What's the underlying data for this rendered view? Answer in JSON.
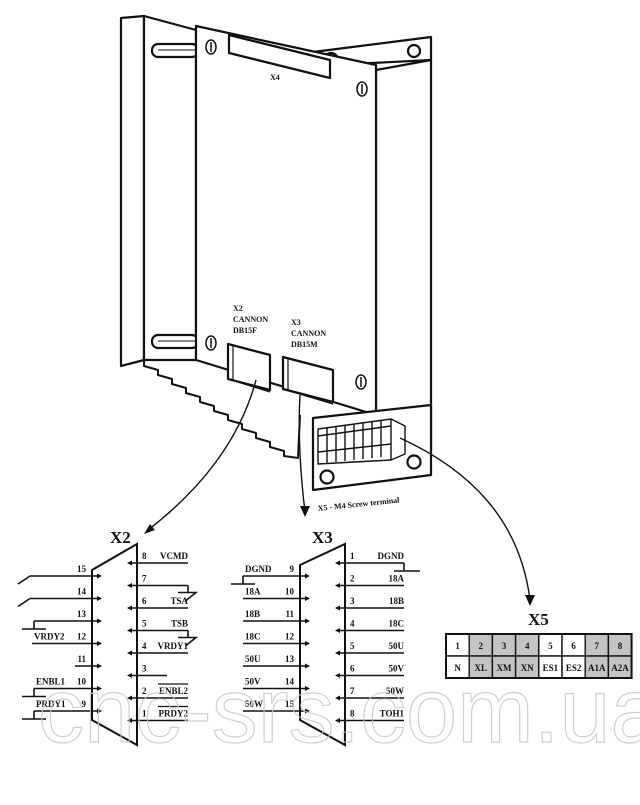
{
  "device": {
    "connector_labels": {
      "x4": "X4",
      "x2": [
        "X2",
        "CANNON",
        "DB15F"
      ],
      "x3": [
        "X3",
        "CANNON",
        "DB15M"
      ],
      "x5": "X5 - M4 Screw terminal"
    }
  },
  "x2": {
    "title": "X2",
    "left_pins": [
      {
        "num": "15",
        "signal": "",
        "term": "ground"
      },
      {
        "num": "14",
        "signal": "",
        "term": "ground"
      },
      {
        "num": "13",
        "signal": "",
        "term": "step"
      },
      {
        "num": "12",
        "signal": "VRDY2",
        "term": "none"
      },
      {
        "num": "11",
        "signal": "",
        "term": "none"
      },
      {
        "num": "10",
        "signal": "ENBL1",
        "term": "step"
      },
      {
        "num": "9",
        "signal": "PRDY1",
        "term": "step"
      }
    ],
    "right_pins": [
      {
        "num": "8",
        "signal": "VCMD",
        "term": "none",
        "overline": false
      },
      {
        "num": "7",
        "signal": "",
        "term": "ground",
        "overline": false
      },
      {
        "num": "6",
        "signal": "TSA",
        "term": "none",
        "overline": false
      },
      {
        "num": "5",
        "signal": "TSB",
        "term": "ground",
        "overline": false
      },
      {
        "num": "4",
        "signal": "VRDY1",
        "term": "none",
        "overline": false
      },
      {
        "num": "3",
        "signal": "",
        "term": "short",
        "overline": false
      },
      {
        "num": "2",
        "signal": "ENBL2",
        "term": "none",
        "overline": true
      },
      {
        "num": "1",
        "signal": "PRDY2",
        "term": "none",
        "overline": true
      }
    ]
  },
  "x3": {
    "title": "X3",
    "left_pins": [
      {
        "num": "9",
        "signal": "DGND",
        "term": "step"
      },
      {
        "num": "10",
        "signal": "18A",
        "term": "none"
      },
      {
        "num": "11",
        "signal": "18B",
        "term": "none"
      },
      {
        "num": "12",
        "signal": "18C",
        "term": "none"
      },
      {
        "num": "13",
        "signal": "50U",
        "term": "none"
      },
      {
        "num": "14",
        "signal": "50V",
        "term": "none"
      },
      {
        "num": "15",
        "signal": "50W",
        "term": "none"
      }
    ],
    "right_pins": [
      {
        "num": "1",
        "signal": "DGND",
        "term": "step"
      },
      {
        "num": "2",
        "signal": "18A",
        "term": "none"
      },
      {
        "num": "3",
        "signal": "18B",
        "term": "none"
      },
      {
        "num": "4",
        "signal": "18C",
        "term": "none"
      },
      {
        "num": "5",
        "signal": "50U",
        "term": "none"
      },
      {
        "num": "6",
        "signal": "50V",
        "term": "none"
      },
      {
        "num": "7",
        "signal": "50W",
        "term": "none"
      },
      {
        "num": "8",
        "signal": "TOH1",
        "term": "none"
      }
    ]
  },
  "x5": {
    "title": "X5",
    "terminals": [
      {
        "num": "1",
        "signal": "N",
        "shaded": false
      },
      {
        "num": "2",
        "signal": "XL",
        "shaded": true
      },
      {
        "num": "3",
        "signal": "XM",
        "shaded": true
      },
      {
        "num": "4",
        "signal": "XN",
        "shaded": true
      },
      {
        "num": "5",
        "signal": "ES1",
        "shaded": false
      },
      {
        "num": "6",
        "signal": "ES2",
        "shaded": false
      },
      {
        "num": "7",
        "signal": "A1A",
        "shaded": true
      },
      {
        "num": "8",
        "signal": "A2A",
        "shaded": true
      }
    ],
    "shade_color": "#c4c4c4"
  },
  "watermark": "cnc-srs.com.ua"
}
